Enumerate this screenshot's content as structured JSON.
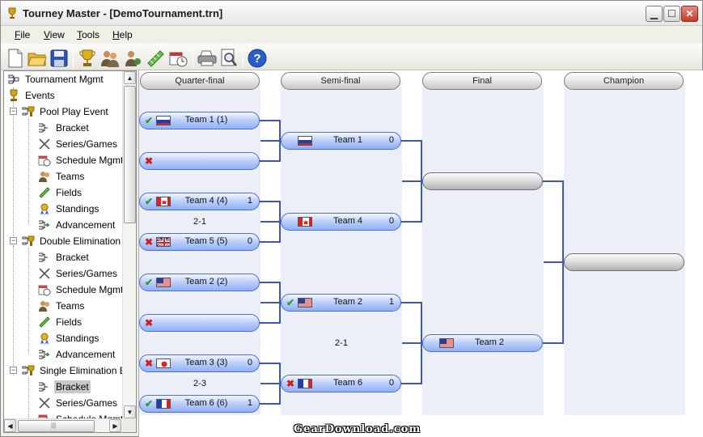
{
  "window": {
    "title": "Tourney Master - [DemoTournament.trn]",
    "controls": {
      "minimize": "▁",
      "maximize": "☐",
      "close": "✕"
    }
  },
  "menu": {
    "items": [
      {
        "key": "F",
        "rest": "ile"
      },
      {
        "key": "V",
        "rest": "iew"
      },
      {
        "key": "T",
        "rest": "ools"
      },
      {
        "key": "H",
        "rest": "elp"
      }
    ]
  },
  "toolbar": {
    "buttons": [
      "new-file-icon",
      "open-folder-icon",
      "save-icon",
      "trophy-icon",
      "teams-icon",
      "player-icon",
      "fields-icon",
      "schedule-icon",
      "print-icon",
      "print-preview-icon",
      "help-icon"
    ]
  },
  "tree": {
    "root": "Tournament Mgmt",
    "events": "Events",
    "groups": [
      {
        "label": "Pool Play Event",
        "children": [
          "Bracket",
          "Series/Games",
          "Schedule Mgmt",
          "Teams",
          "Fields",
          "Standings",
          "Advancement"
        ]
      },
      {
        "label": "Double Elimination Ev",
        "children": [
          "Bracket",
          "Series/Games",
          "Schedule Mgmt",
          "Teams",
          "Fields",
          "Standings",
          "Advancement"
        ]
      },
      {
        "label": "Single Elimination Eve",
        "children": [
          "Bracket",
          "Series/Games",
          "Schedule Mgmt"
        ]
      }
    ],
    "selected": "Bracket",
    "hscroll_label": "|||"
  },
  "bracket": {
    "rounds": [
      "Quarter-final",
      "Semi-final",
      "Final",
      "Champion"
    ],
    "quarter": [
      {
        "mark": "ok",
        "flag": "russia",
        "name": "Team 1 (1)",
        "score": ""
      },
      {
        "mark": "x",
        "flag": "",
        "name": "",
        "score": ""
      },
      {
        "mark": "ok",
        "flag": "canada",
        "name": "Team 4 (4)",
        "score": "1"
      },
      {
        "mark": "x",
        "flag": "uk",
        "name": "Team 5 (5)",
        "score": "0"
      },
      {
        "mark": "ok",
        "flag": "usa",
        "name": "Team 2 (2)",
        "score": ""
      },
      {
        "mark": "x",
        "flag": "",
        "name": "",
        "score": ""
      },
      {
        "mark": "x",
        "flag": "japan",
        "name": "Team 3 (3)",
        "score": "0"
      },
      {
        "mark": "ok",
        "flag": "france",
        "name": "Team 6 (6)",
        "score": "1"
      }
    ],
    "quarter_results": [
      "",
      "2-1",
      "",
      "2-3"
    ],
    "semi": [
      {
        "mark": "",
        "flag": "russia",
        "name": "Team 1",
        "score": "0"
      },
      {
        "mark": "",
        "flag": "canada",
        "name": "Team 4",
        "score": "0"
      },
      {
        "mark": "ok",
        "flag": "usa",
        "name": "Team 2",
        "score": "1"
      },
      {
        "mark": "x",
        "flag": "france",
        "name": "Team 6",
        "score": "0"
      }
    ],
    "semi_results": [
      "",
      "2-1"
    ],
    "final": [
      {
        "mark": "",
        "flag": "",
        "name": "",
        "score": ""
      },
      {
        "mark": "",
        "flag": "usa",
        "name": "Team 2",
        "score": ""
      }
    ],
    "champion": {
      "name": ""
    }
  },
  "watermark": "GearDownload.com"
}
